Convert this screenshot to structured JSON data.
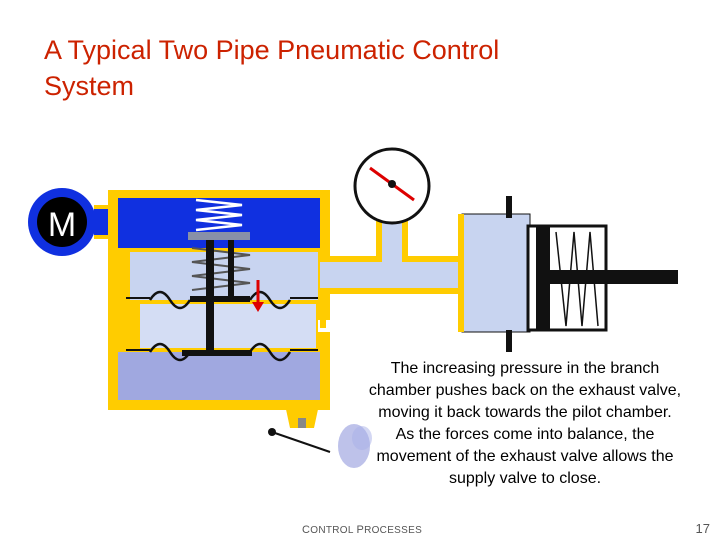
{
  "slide": {
    "title_line1": "A Typical Two Pipe Pneumatic Control",
    "title_line2": "System",
    "caption_lines": [
      "The increasing pressure in the branch",
      "chamber pushes back on the exhaust valve,",
      "moving it back towards the pilot chamber.",
      "As the forces come into balance, the",
      "movement of the exhaust valve allows the",
      "supply valve to close."
    ],
    "footer_first_c": "C",
    "footer_rest1": "ONTROL ",
    "footer_first_p": "P",
    "footer_rest2": "ROCESSES",
    "page_number": "17"
  },
  "diagram": {
    "motor_label": "M",
    "colors": {
      "housing": "#ffcc00",
      "supply_air": "#1030e0",
      "branch_air": "#c8d4f0",
      "exhaust": "#a0a8e0",
      "arrow": "#dd0000",
      "puff": "#8890d8"
    }
  }
}
